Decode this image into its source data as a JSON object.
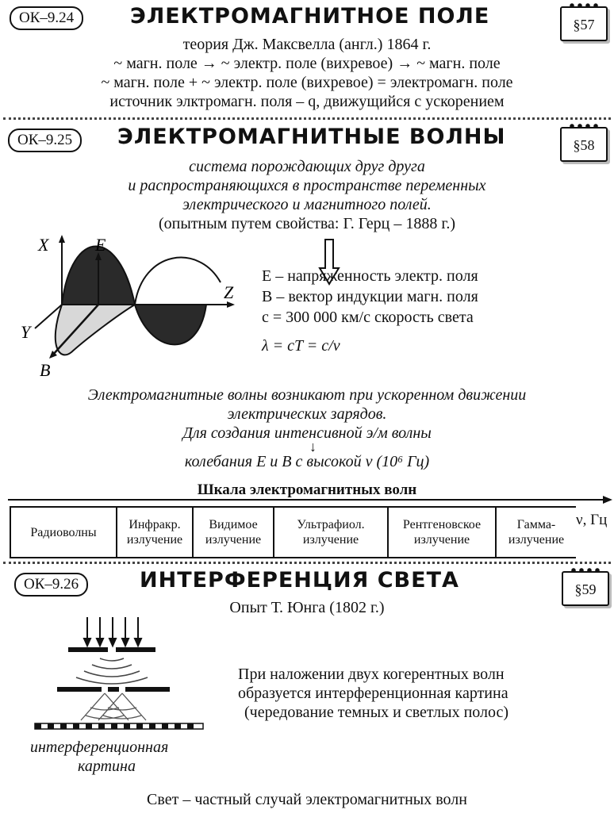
{
  "s1": {
    "code": "ОК–9.24",
    "title": "ЭЛЕКТРОМАГНИТНОЕ ПОЛЕ",
    "para": "§57",
    "lines": [
      "теория Дж. Максвелла (англ.) 1864 г.",
      "~ магн. поле → ~ электр. поле (вихревое) → ~ магн. поле",
      "~ магн. поле + ~ электр. поле (вихревое) = электромагн. поле",
      "источник элктромагн. поля – q, движущийся с ускорением"
    ]
  },
  "s2": {
    "code": "ОК–9.25",
    "title": "ЭЛЕКТРОМАГНИТНЫЕ ВОЛНЫ",
    "para": "§58",
    "def": [
      "система порождающих друг друга",
      "и распространяющихся в пространстве переменных",
      "электрического и магнитного полей."
    ],
    "note": "(опытным путем свойства: Г. Герц – 1888 г.)",
    "axes": {
      "x": "X",
      "y": "Y",
      "z": "Z",
      "e": "E",
      "b": "B"
    },
    "legend": [
      "E – напряженность электр. поля",
      "B – вектор индукции магн. поля",
      "c = 300 000 км/с   скорость света",
      "λ = cT = c/ν"
    ],
    "emission": [
      "Электромагнитные волны возникают при ускоренном движении",
      "электрических зарядов.",
      "Для создания интенсивной э/м волны",
      "колебания E и B с высокой ν (10⁶ Гц)"
    ],
    "scale_title": "Шкала электромагнитных волн",
    "scale_axis": "ν, Гц",
    "scale": [
      {
        "a": "Радиоволны",
        "b": ""
      },
      {
        "a": "Инфракр.",
        "b": "излучение"
      },
      {
        "a": "Видимое",
        "b": "излучение"
      },
      {
        "a": "Ультрафиол.",
        "b": "излучение"
      },
      {
        "a": "Рентгеновское",
        "b": "излучение"
      },
      {
        "a": "Гамма-",
        "b": "излучение"
      }
    ]
  },
  "s3": {
    "code": "ОК–9.26",
    "title": "ИНТЕРФЕРЕНЦИЯ СВЕТА",
    "para": "§59",
    "subtitle": "Опыт Т. Юнга (1802 г.)",
    "text": [
      "При наложении двух когерентных волн",
      "образуется интерференционная картина",
      "(чередование темных и светлых полос)"
    ],
    "caption": [
      "интерференционная",
      "картина"
    ],
    "bottom": "Свет – частный случай электромагнитных волн"
  }
}
